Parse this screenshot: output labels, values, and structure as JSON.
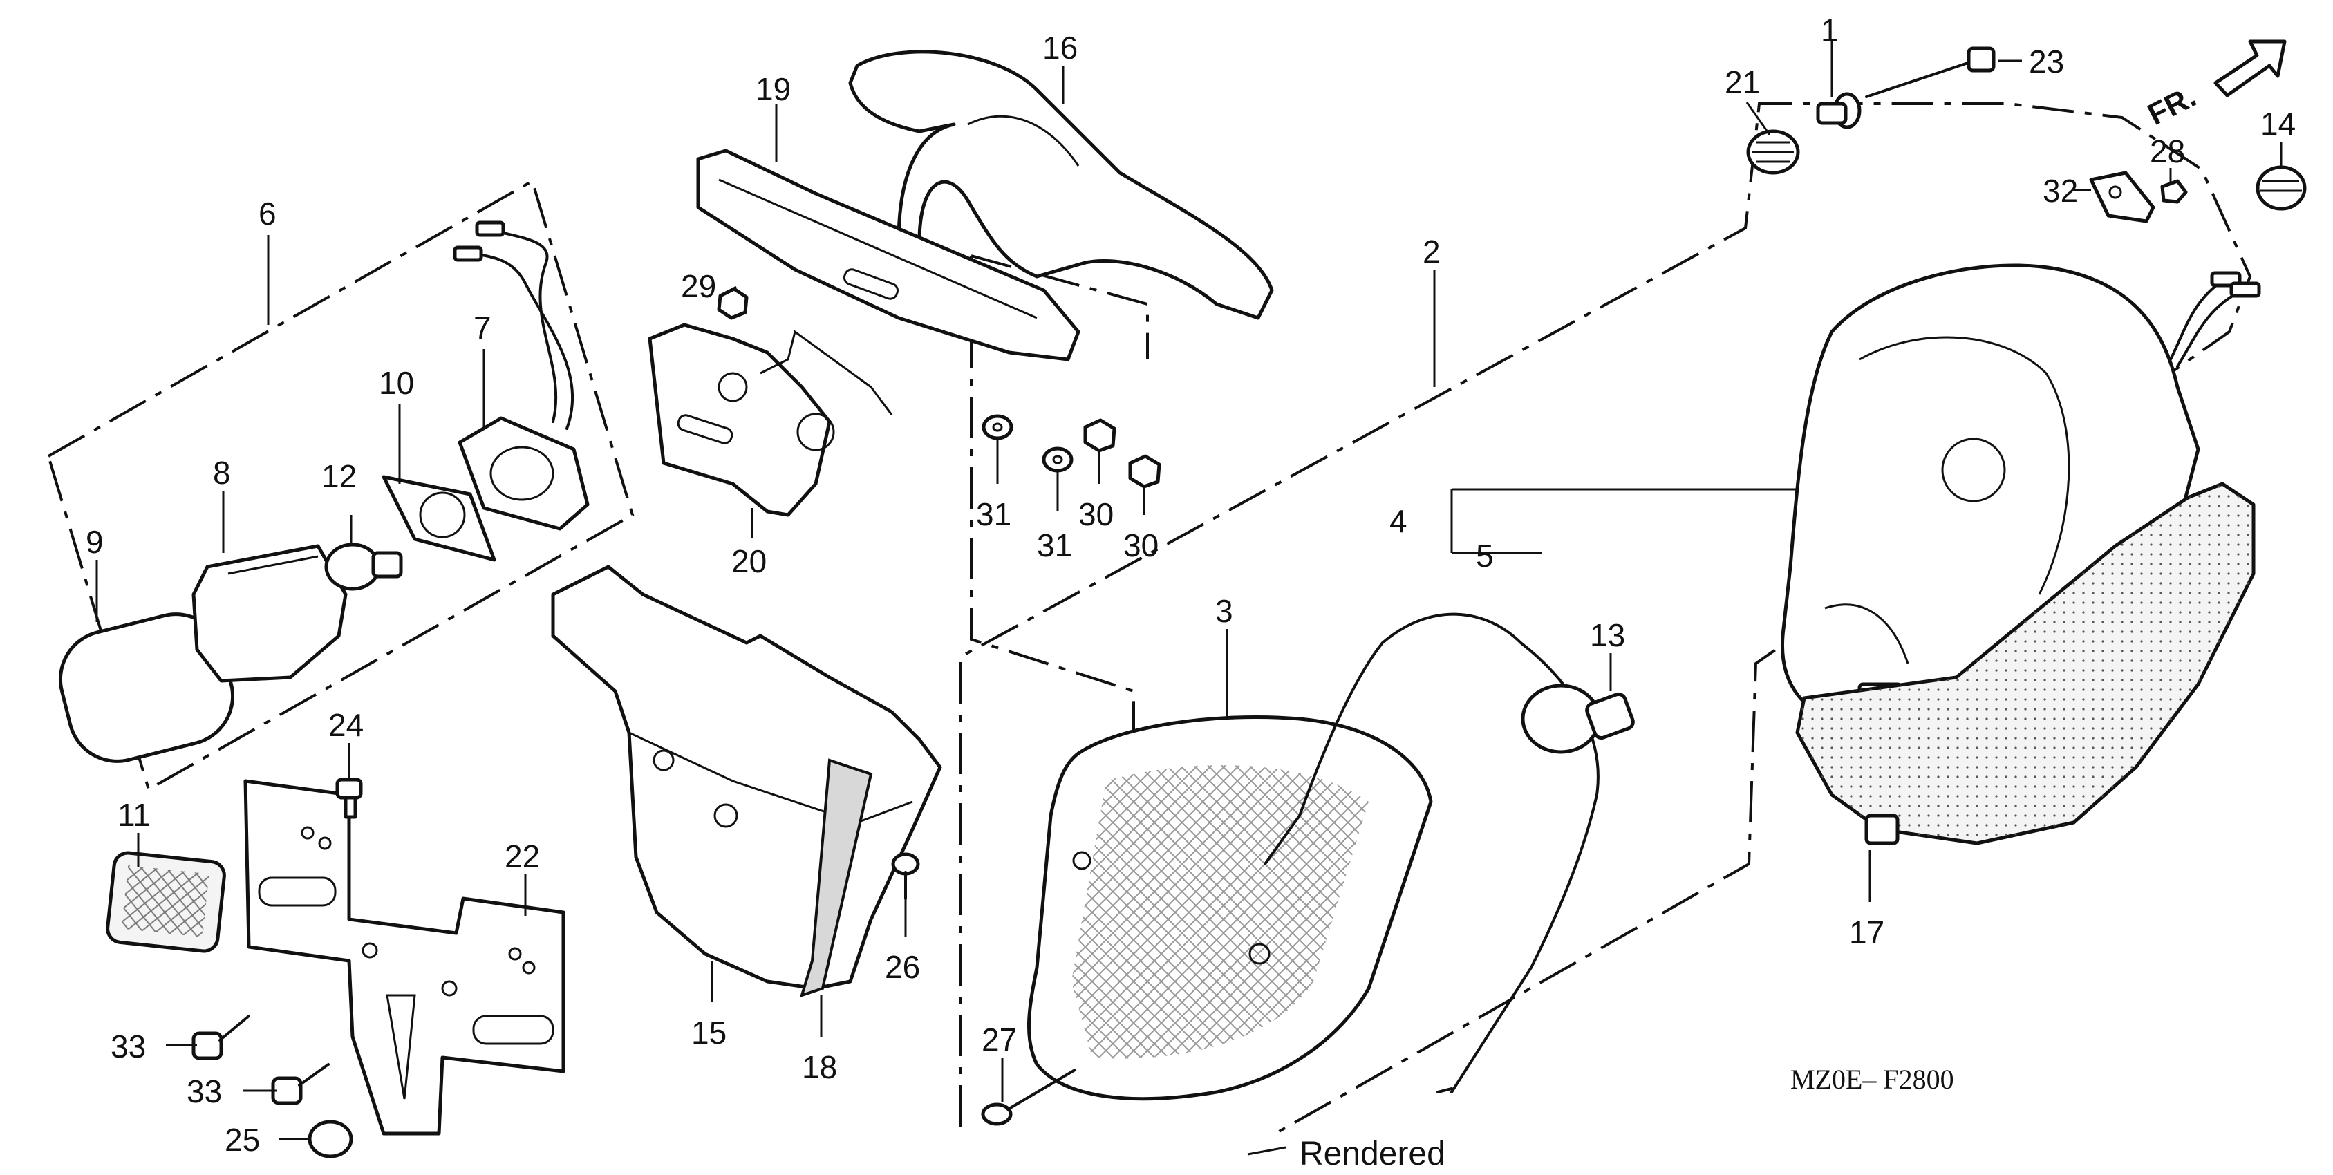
{
  "diagram": {
    "drawing_code": "MZ0E– F2800",
    "caption": "Rendered",
    "direction_label": "FR.",
    "callouts": [
      "1",
      "2",
      "3",
      "4",
      "5",
      "6",
      "7",
      "8",
      "9",
      "10",
      "11",
      "12",
      "13",
      "14",
      "15",
      "16",
      "17",
      "18",
      "19",
      "20",
      "21",
      "22",
      "23",
      "24",
      "25",
      "26",
      "27",
      "28",
      "29",
      "30",
      "30",
      "31",
      "31",
      "32",
      "33",
      "33"
    ]
  }
}
